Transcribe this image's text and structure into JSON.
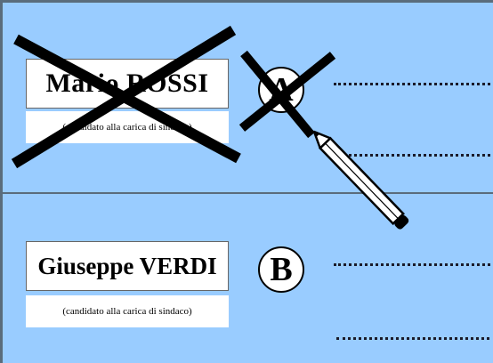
{
  "list_a": {
    "candidate_name": "Mario ROSSI",
    "candidate_role": "(candidato alla carica di sindaco)",
    "symbol_letter": "A"
  },
  "list_b": {
    "candidate_name": "Giuseppe VERDI",
    "candidate_role": "(candidato alla carica di sindaco)",
    "symbol_letter": "B"
  },
  "colors": {
    "ballot_background": "#99ccff",
    "ink": "#000000"
  },
  "marks": {
    "name_a_crossed": true,
    "symbol_a_crossed": true
  },
  "icons": {
    "writing_tool": "pencil-icon"
  }
}
